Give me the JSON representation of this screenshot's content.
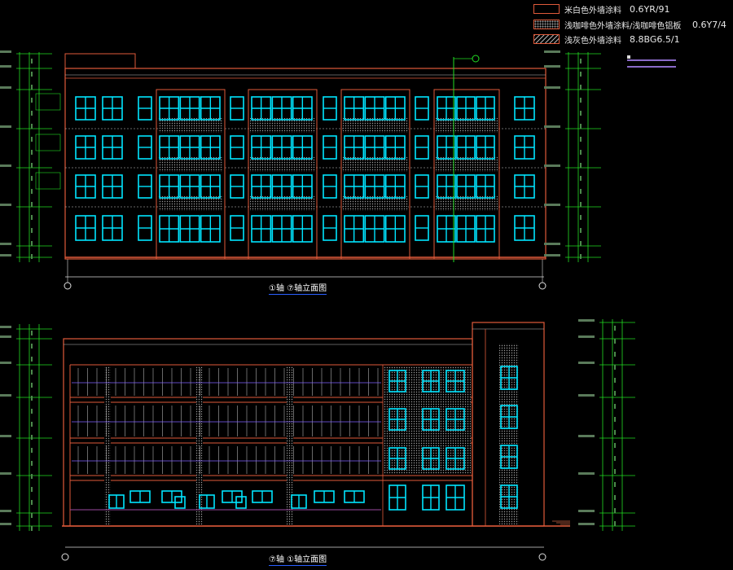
{
  "legend": [
    {
      "label": "米白色外墙涂料",
      "code": "0.6YR/91",
      "pattern": "plain"
    },
    {
      "label": "浅咖啡色外墙涂料/浅咖啡色铝板",
      "code": "",
      "pattern": "dots"
    },
    {
      "label": "浅灰色外墙涂料",
      "code": "8.8BG6.5/1",
      "pattern": "hatch"
    }
  ],
  "legend_extra_code": "0.6Y7/4",
  "views": [
    {
      "title": "①轴 ⑦轴立面图"
    },
    {
      "title": "⑦轴 ①轴立面图"
    }
  ],
  "colors": {
    "background": "#000000",
    "wall_outline": "#e05a3a",
    "window": "#00e5ff",
    "dimension": "#22dd22",
    "fill_texture": "#8a8a8a",
    "mullion_accent": "#8060ff"
  }
}
